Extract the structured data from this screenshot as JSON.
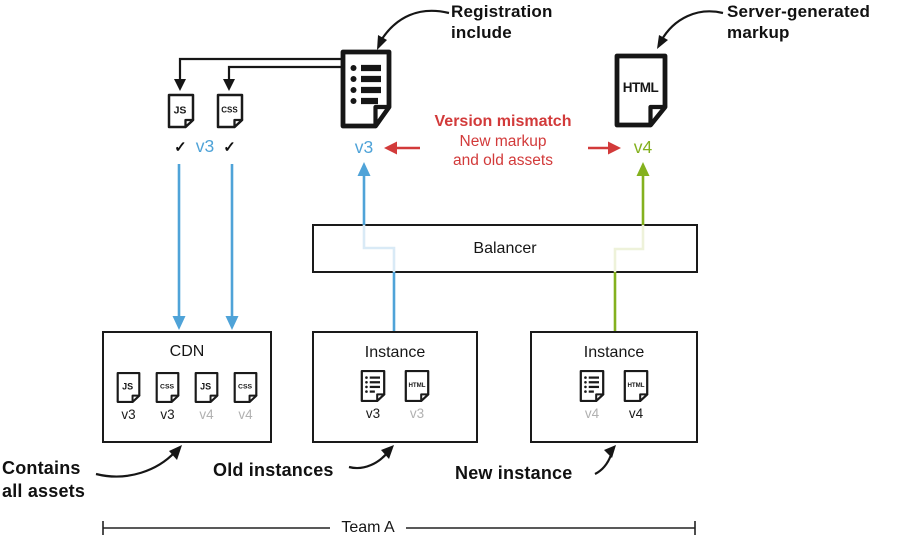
{
  "colors": {
    "asset_blue": "#4FA3D8",
    "markup_green": "#84B11E",
    "error_red": "#D23A3A",
    "muted_gray": "#B1B1B1",
    "ink": "#1A1A1A"
  },
  "annotations": {
    "registration": {
      "line1": "Registration",
      "line2": "include"
    },
    "server_markup": {
      "line1": "Server-generated",
      "line2": "markup"
    },
    "contains": {
      "line1": "Contains",
      "line2": "all assets"
    },
    "old_instances": "Old instances",
    "new_instance": "New instance"
  },
  "assets": {
    "js_label": "JS",
    "css_label": "CSS",
    "js_check": "✓",
    "css_check": "✓",
    "version": "v3"
  },
  "markup": {
    "html_label": "HTML",
    "old_version": "v3",
    "new_version": "v4"
  },
  "mismatch": {
    "title": "Version mismatch",
    "line1": "New markup",
    "line2": "and old assets"
  },
  "balancer": {
    "title": "Balancer"
  },
  "cdn": {
    "title": "CDN",
    "files": [
      {
        "type": "JS",
        "version": "v3",
        "state": "active"
      },
      {
        "type": "CSS",
        "version": "v3",
        "state": "active"
      },
      {
        "type": "JS",
        "version": "v4",
        "state": "muted"
      },
      {
        "type": "CSS",
        "version": "v4",
        "state": "muted"
      }
    ]
  },
  "instances": {
    "old": {
      "title": "Instance",
      "files": [
        {
          "type": "include-list",
          "version": "v3",
          "state": "active"
        },
        {
          "type": "HTML",
          "version": "v3",
          "state": "muted"
        }
      ]
    },
    "new": {
      "title": "Instance",
      "files": [
        {
          "type": "include-list",
          "version": "v4",
          "state": "muted"
        },
        {
          "type": "HTML",
          "version": "v4",
          "state": "active"
        }
      ]
    }
  },
  "footer": {
    "team_label": "Team A"
  }
}
